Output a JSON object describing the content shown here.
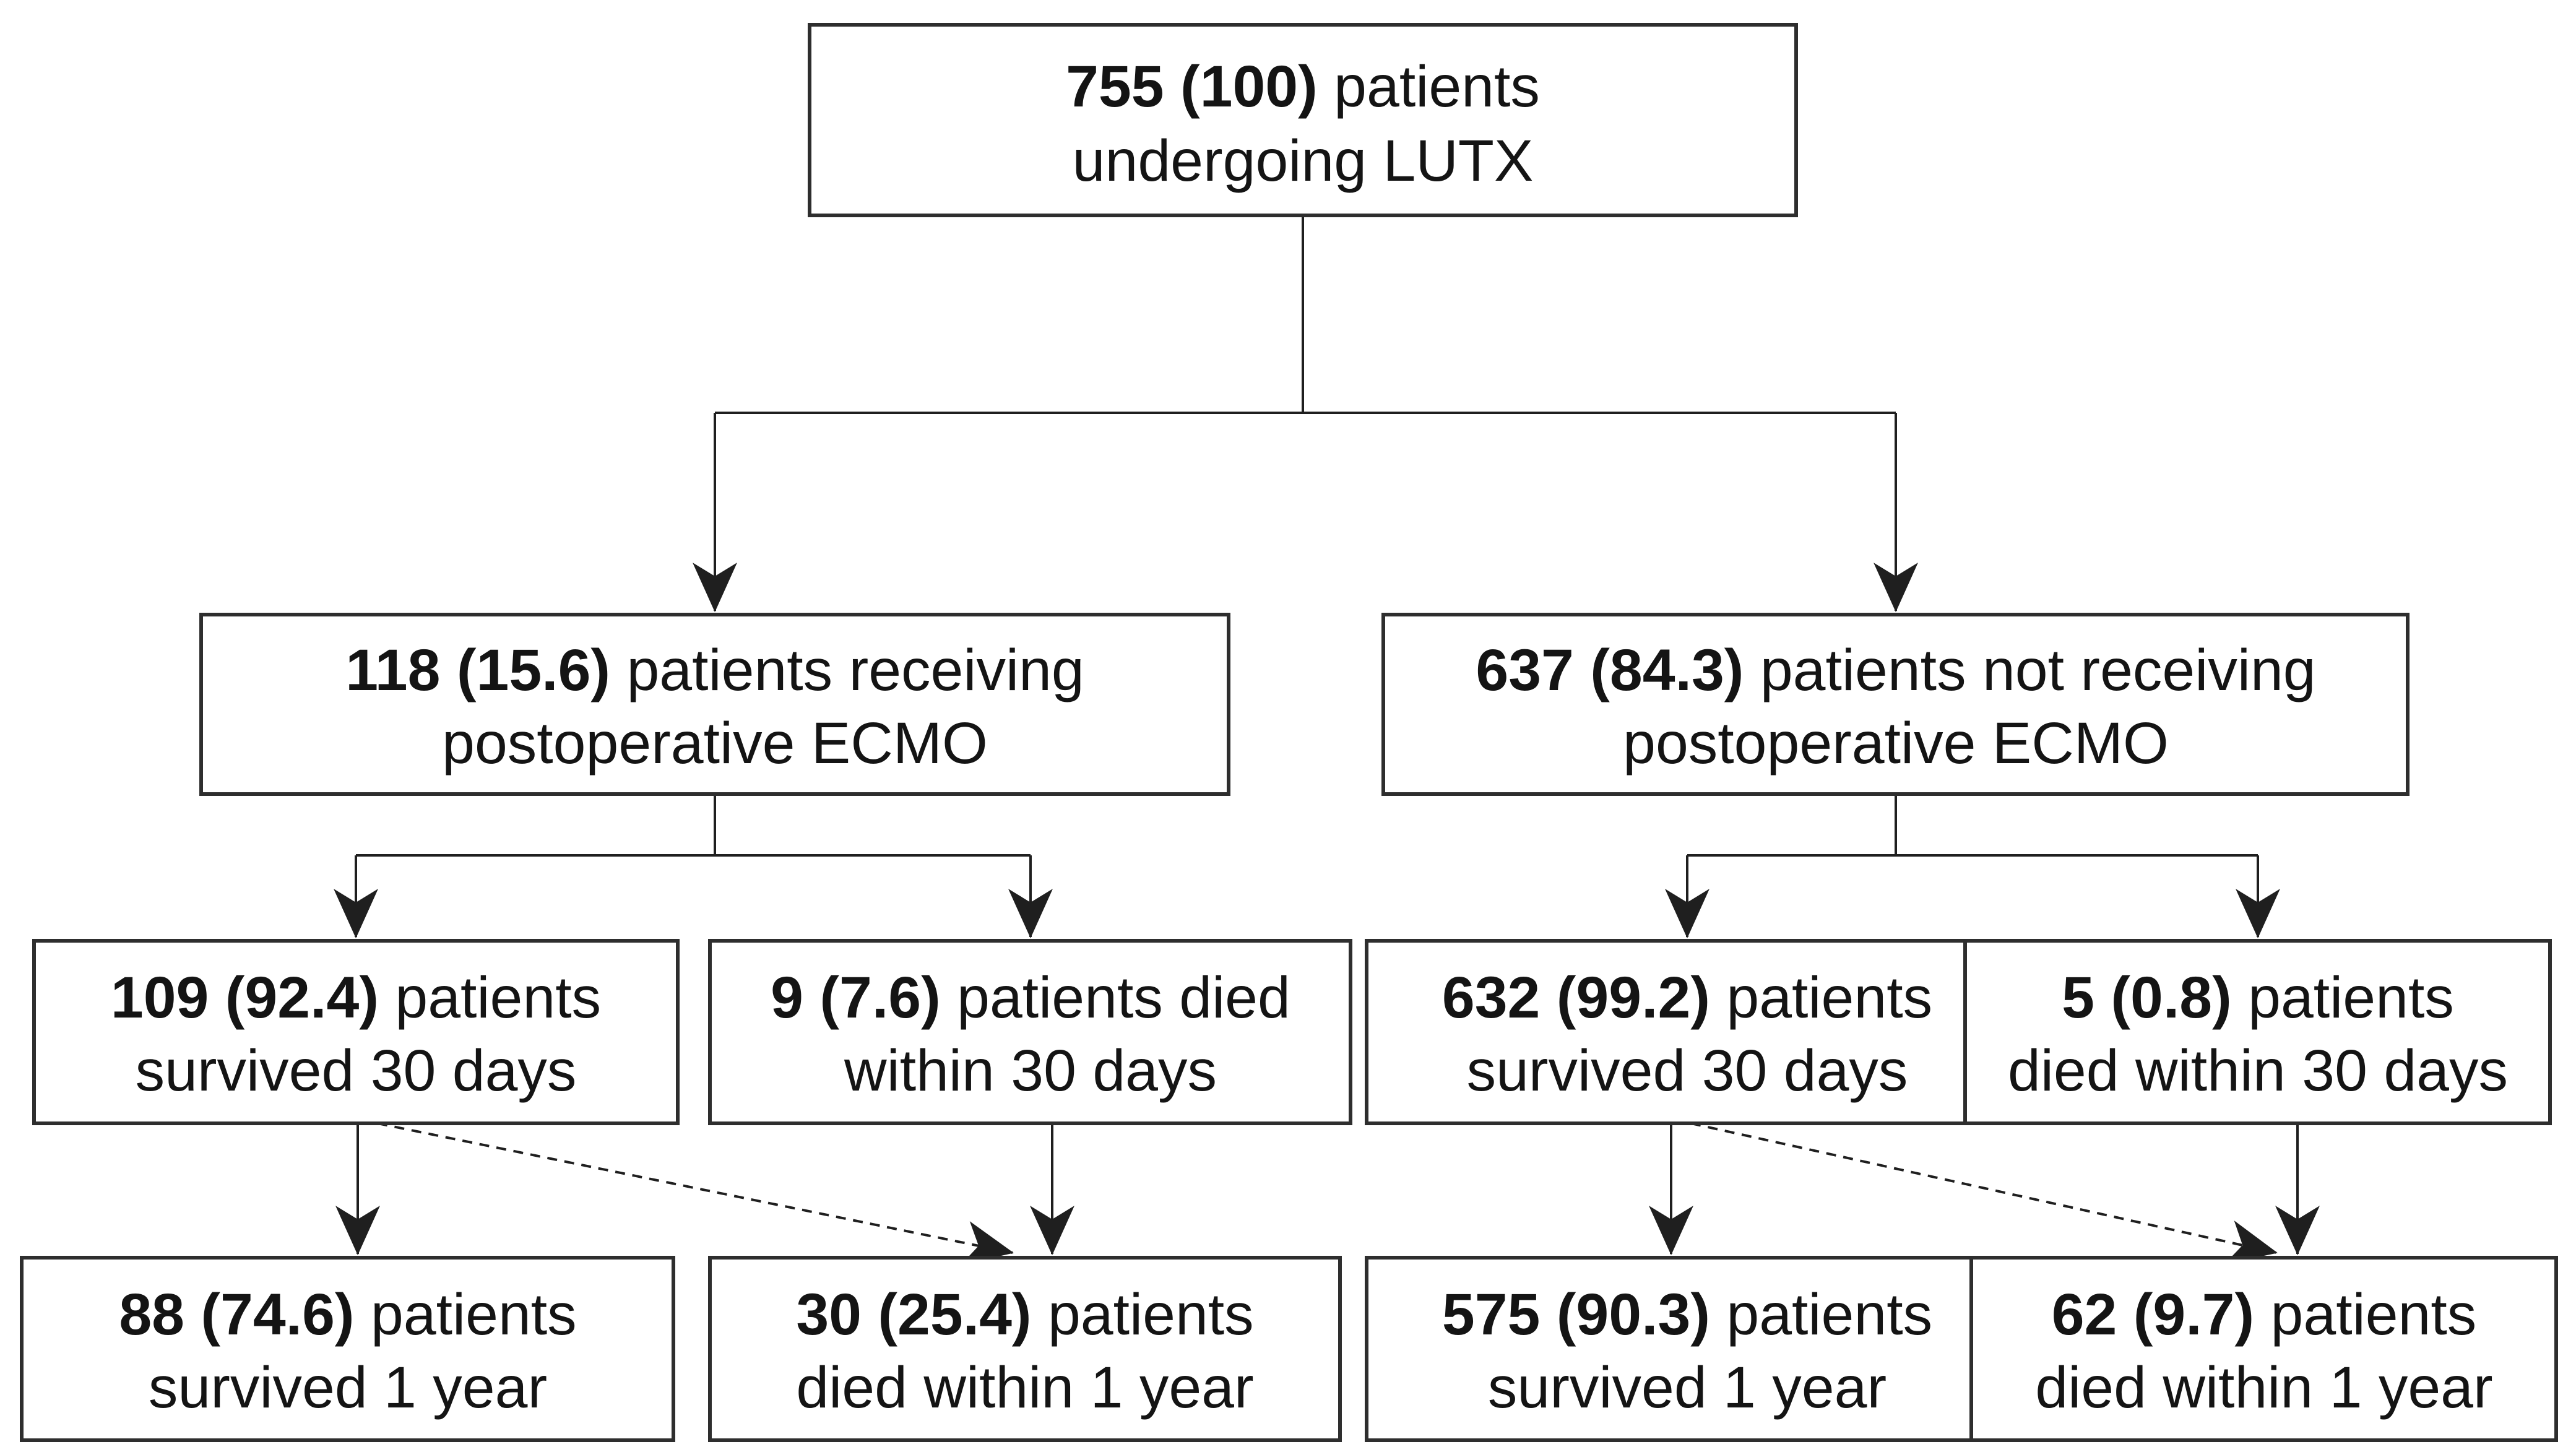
{
  "figure": {
    "type": "patient-flow-diagram",
    "colors": {
      "bg": "#ffffff",
      "line": "#1f1f1f",
      "border": "#2e2e2e",
      "text": "#141414"
    }
  },
  "nodes": [
    {
      "id": "root",
      "bold": "755 (100)",
      "line1_rest": " patients",
      "line2": "undergoing LUTX"
    },
    {
      "id": "ecmo",
      "bold": "118 (15.6)",
      "line1_rest": " patients receiving",
      "line2": "postoperative ECMO"
    },
    {
      "id": "no-ecmo",
      "bold": "637 (84.3)",
      "line1_rest": " patients not receiving",
      "line2": "postoperative ECMO"
    },
    {
      "id": "ecmo-survived-30d",
      "bold": "109 (92.4)",
      "line1_rest": " patients",
      "line2": "survived 30 days"
    },
    {
      "id": "ecmo-died-30d",
      "bold": "9 (7.6)",
      "line1_rest": " patients died",
      "line2": "within 30 days"
    },
    {
      "id": "no-ecmo-survived-30d",
      "bold": "632 (99.2)",
      "line1_rest": " patients",
      "line2": "survived 30 days"
    },
    {
      "id": "no-ecmo-died-30d",
      "bold": "5 (0.8)",
      "line1_rest": " patients",
      "line2": "died within 30 days"
    },
    {
      "id": "ecmo-survived-1y",
      "bold": "88 (74.6)",
      "line1_rest": " patients",
      "line2": "survived 1 year"
    },
    {
      "id": "ecmo-died-1y",
      "bold": "30 (25.4)",
      "line1_rest": " patients",
      "line2": "died within 1 year"
    },
    {
      "id": "no-ecmo-survived-1y",
      "bold": "575 (90.3)",
      "line1_rest": " patients",
      "line2": "survived 1 year"
    },
    {
      "id": "no-ecmo-died-1y",
      "bold": "62 (9.7)",
      "line1_rest": " patients",
      "line2": "died within 1 year"
    }
  ]
}
